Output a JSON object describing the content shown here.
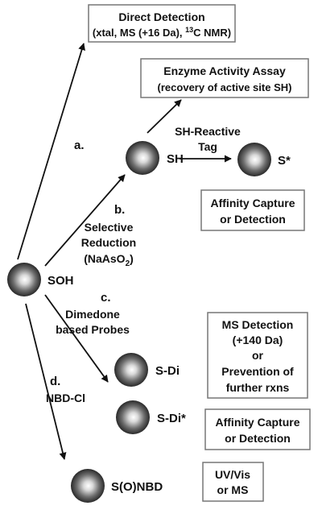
{
  "boxes": {
    "direct_detection": {
      "line1": "Direct Detection",
      "line2_prefix": "(xtal, MS (+16 Da), ",
      "line2_sup": "13",
      "line2_suffix": "C NMR)"
    },
    "enzyme_assay": {
      "line1": "Enzyme Activity Assay",
      "line2": "(recovery of active site SH)"
    },
    "affinity_1": {
      "line1": "Affinity Capture",
      "line2": "or Detection"
    },
    "ms_detection": {
      "line1": "MS Detection",
      "line2": "(+140 Da)",
      "line3": "or",
      "line4": "Prevention of",
      "line5": "further rxns"
    },
    "affinity_2": {
      "line1": "Affinity Capture",
      "line2": "or Detection"
    },
    "uvvis": {
      "line1": "UV/Vis",
      "line2": "or MS"
    }
  },
  "nodes": {
    "soh": "SOH",
    "sh": "SH",
    "s_star": "S*",
    "s_di": "S-Di",
    "s_di_star": "S-Di*",
    "s_o_nbd": "S(O)NBD"
  },
  "pathways": {
    "a": {
      "letter": "a."
    },
    "b": {
      "letter": "b.",
      "line1": "Selective",
      "line2": "Reduction",
      "line3_prefix": "(NaAsO",
      "line3_sub": "2",
      "line3_suffix": ")"
    },
    "c": {
      "letter": "c.",
      "line1": "Dimedone",
      "line2": "based Probes"
    },
    "d": {
      "letter": "d.",
      "line1": "NBD-Cl"
    }
  },
  "reaction": {
    "line1": "SH-Reactive",
    "line2": "Tag"
  }
}
